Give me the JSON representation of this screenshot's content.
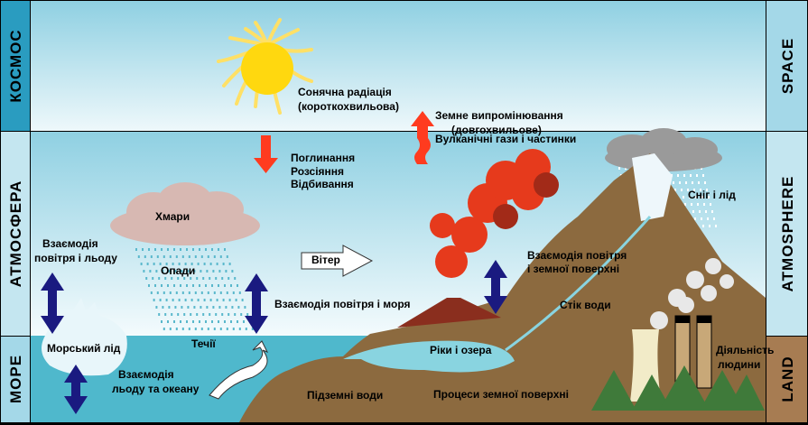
{
  "bands_left": {
    "space": "КОСМОС",
    "atmosphere": "АТМОСФЕРА",
    "sea": "МОРЕ"
  },
  "bands_right": {
    "space": "SPACE",
    "atmosphere": "ATMOSPHERE",
    "land": "LAND"
  },
  "labels": {
    "solar_1": "Сонячна радіація",
    "solar_2": "(короткохвильова)",
    "earth_rad_1": "Земне випромінювання",
    "earth_rad_2": "(довгохвильове)",
    "volcanic": "Вулканічні гази і частинки",
    "absorb": "Поглинання",
    "scatter": "Розсіяння",
    "reflect": "Відбивання",
    "clouds": "Хмари",
    "precip": "Опади",
    "air_ice_1": "Взаємодія",
    "air_ice_2": "повітря і льоду",
    "wind": "Вітер",
    "air_sea": "Взаємодія повітря і моря",
    "air_land_1": "Взаємодія повітря",
    "air_land_2": "і земної поверхні",
    "runoff": "Стік води",
    "snow_ice": "Сніг і лід",
    "sea_ice": "Морський лід",
    "currents": "Течії",
    "ice_ocean_1": "Взаємодія",
    "ice_ocean_2": "льоду та океану",
    "rivers": "Ріки і озера",
    "groundwater": "Підземні води",
    "land_proc": "Процеси земної поверхні",
    "human_1": "Діяльність",
    "human_2": "людини"
  },
  "colors": {
    "sky": "#a8dbe8",
    "sea": "#4fb8cc",
    "land": "#8c6a3f",
    "arrow_red": "#ff3b1f",
    "arrow_blue": "#1a1a80",
    "band": "#2a9cc0"
  }
}
